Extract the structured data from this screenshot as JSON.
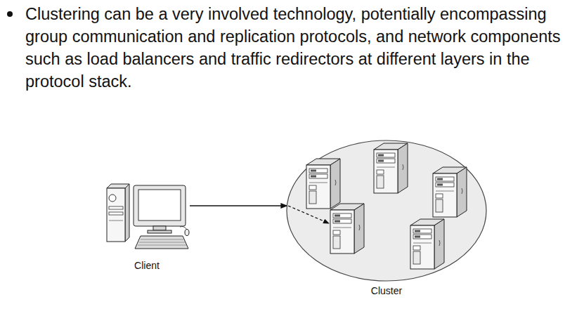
{
  "diagram": {
    "nodes": [
      {
        "text": [
          "Client"
        ]
      },
      {
        "text": [
          "Cluster"
        ]
      }
    ],
    "edges": [
      {
        "from": 0,
        "to": 1,
        "arrow": "to"
      }
    ],
    "labels": [
      "Clustering can be a very involved technology, potentially encompassing group communication and replication protocols, and network components such as load balancers and traffic redirectors at different layers in the protocol stack."
    ]
  }
}
